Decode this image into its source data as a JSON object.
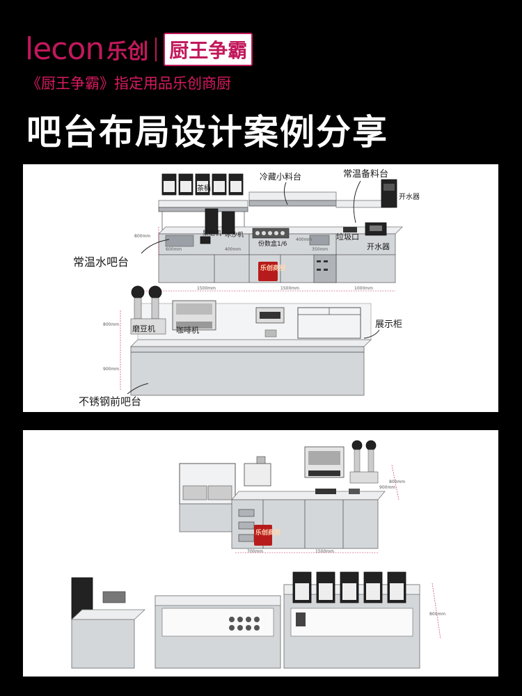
{
  "header": {
    "logo_text": "lecon",
    "logo_cn": "乐创",
    "brand_badge": "厨王争霸",
    "subtitle": "《厨王争霸》指定用品乐创商厨",
    "title": "吧台布局设计案例分享"
  },
  "panel1": {
    "labels": {
      "cold_station": "冷藏小料台",
      "room_temp_prep": "常温备料台",
      "tea_bucket": "茶桶",
      "water_heater_top": "开水器",
      "fructose": "果糖机",
      "ice_crusher": "冰沙机",
      "flavor_tray": "份数盒1/6",
      "trash": "垃圾口",
      "water_heater": "开水器",
      "water_bar": "常温水吧台",
      "grinder": "磨豆机",
      "coffee": "咖啡机",
      "display": "展示柜",
      "front_bar": "不锈钢前吧台",
      "stamp": "乐创商厨"
    },
    "dims": {
      "d800": "800mm",
      "d1500a": "1500mm",
      "d1500b": "1500mm",
      "d1000": "1000mm",
      "d600": "600mm",
      "d400a": "400mm",
      "d400b": "400mm",
      "d350": "350mm",
      "d900": "900mm"
    }
  },
  "panel2": {
    "dims": {
      "d700": "700mm",
      "d1500": "1500mm",
      "d800": "800mm",
      "d900": "900mm",
      "d800b": "800mm"
    },
    "stamp": "乐创商厨"
  }
}
